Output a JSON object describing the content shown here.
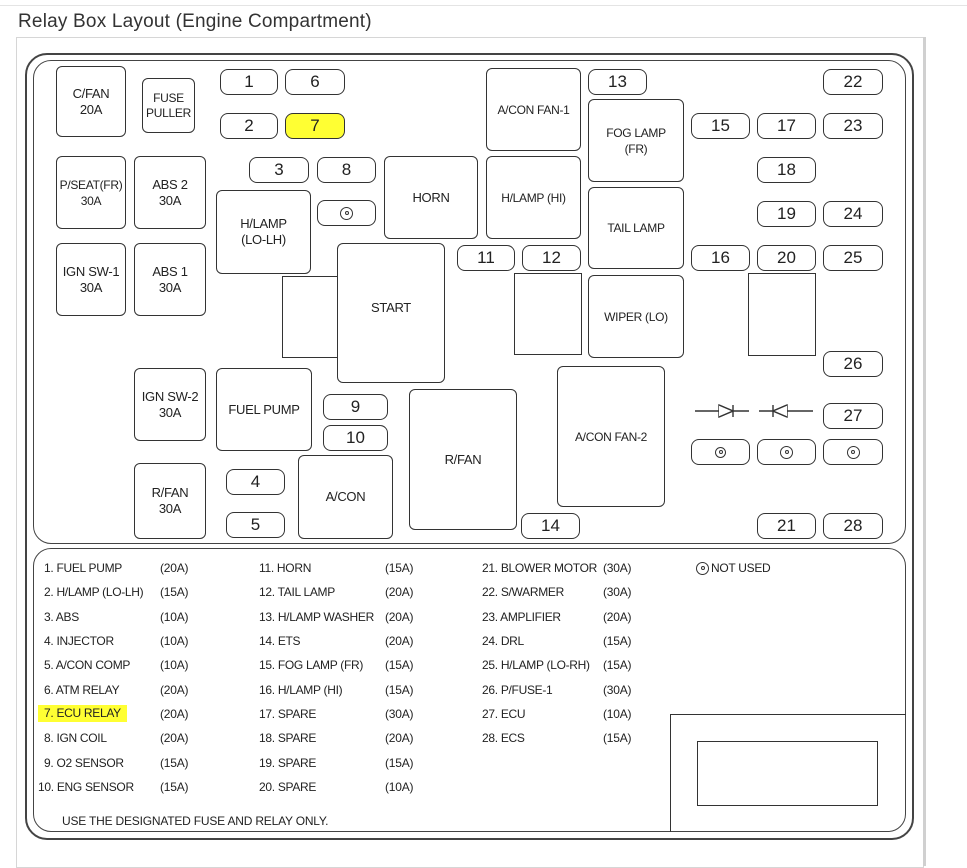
{
  "page": {
    "title": "Relay Box Layout (Engine Compartment)"
  },
  "diagram": {
    "relays": {
      "cfan": "C/FAN\n20A",
      "fuse_puller": "FUSE\nPULLER",
      "pseat": "P/SEAT(FR)\n30A",
      "abs2": "ABS 2\n30A",
      "ign_sw1": "IGN SW-1\n30A",
      "abs1": "ABS 1\n30A",
      "ign_sw2": "IGN SW-2\n30A",
      "rfan_fuse": "R/FAN\n30A",
      "hlamp_lolh": "H/LAMP\n(LO-LH)",
      "horn": "HORN",
      "hlamp_hi": "H/LAMP (HI)",
      "acon_fan1": "A/CON FAN-1",
      "fog_lamp": "FOG LAMP\n(FR)",
      "tail_lamp": "TAIL LAMP",
      "start": "START",
      "wiper_lo": "WIPER (LO)",
      "fuel_pump": "FUEL PUMP",
      "rfan": "R/FAN",
      "acon_fan2": "A/CON FAN-2",
      "acon": "A/CON"
    },
    "fuses": {
      "f1": "1",
      "f2": "2",
      "f3": "3",
      "f4": "4",
      "f5": "5",
      "f6": "6",
      "f7": "7",
      "f8": "8",
      "f9": "9",
      "f10": "10",
      "f11": "11",
      "f12": "12",
      "f13": "13",
      "f14": "14",
      "f15": "15",
      "f16": "16",
      "f17": "17",
      "f18": "18",
      "f19": "19",
      "f20": "20",
      "f21": "21",
      "f22": "22",
      "f23": "23",
      "f24": "24",
      "f25": "25",
      "f26": "26",
      "f27": "27",
      "f28": "28"
    },
    "highlight_color": "#ffff33"
  },
  "legend": {
    "col1": [
      {
        "label": "1.  FUEL PUMP",
        "amp": "(20A)"
      },
      {
        "label": "2.  H/LAMP (LO-LH)",
        "amp": "(15A)"
      },
      {
        "label": "3.  ABS",
        "amp": "(10A)"
      },
      {
        "label": "4.  INJECTOR",
        "amp": "(10A)"
      },
      {
        "label": "5.  A/CON COMP",
        "amp": "(10A)"
      },
      {
        "label": "6.  ATM RELAY",
        "amp": "(20A)"
      },
      {
        "label": "7.  ECU RELAY",
        "amp": "(20A)"
      },
      {
        "label": "8.  IGN COIL",
        "amp": "(20A)"
      },
      {
        "label": "9.  O2 SENSOR",
        "amp": "(15A)"
      },
      {
        "label": "10.  ENG SENSOR",
        "amp": "(15A)"
      }
    ],
    "col2": [
      {
        "label": "11.  HORN",
        "amp": "(15A)"
      },
      {
        "label": "12.  TAIL LAMP",
        "amp": "(20A)"
      },
      {
        "label": "13.  H/LAMP WASHER",
        "amp": "(20A)"
      },
      {
        "label": "14.  ETS",
        "amp": "(20A)"
      },
      {
        "label": "15.  FOG LAMP (FR)",
        "amp": "(15A)"
      },
      {
        "label": "16.  H/LAMP (HI)",
        "amp": "(15A)"
      },
      {
        "label": "17.  SPARE",
        "amp": "(30A)"
      },
      {
        "label": "18.  SPARE",
        "amp": "(20A)"
      },
      {
        "label": "19.  SPARE",
        "amp": "(15A)"
      },
      {
        "label": "20.  SPARE",
        "amp": "(10A)"
      }
    ],
    "col3": [
      {
        "label": "21.  BLOWER MOTOR",
        "amp": "(30A)"
      },
      {
        "label": "22.  S/WARMER",
        "amp": "(30A)"
      },
      {
        "label": "23.  AMPLIFIER",
        "amp": "(20A)"
      },
      {
        "label": "24.  DRL",
        "amp": "(15A)"
      },
      {
        "label": "25.  H/LAMP (LO-RH)",
        "amp": "(15A)"
      },
      {
        "label": "26.  P/FUSE-1",
        "amp": "(30A)"
      },
      {
        "label": "27.  ECU",
        "amp": "(10A)"
      },
      {
        "label": "28.  ECS",
        "amp": "(15A)"
      }
    ],
    "not_used": "NOT USED",
    "note": "USE THE DESIGNATED FUSE AND RELAY ONLY."
  }
}
